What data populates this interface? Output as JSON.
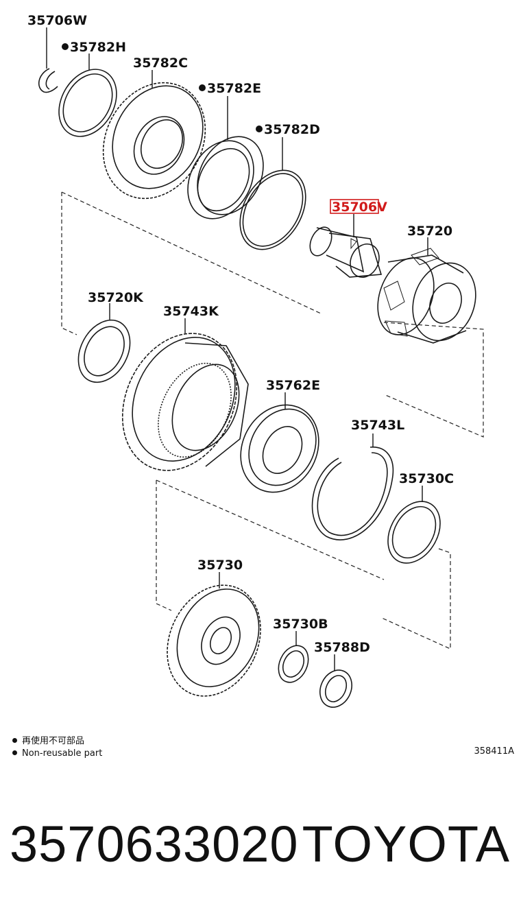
{
  "labels": {
    "p35706W": "35706W",
    "p35782H": "35782H",
    "p35782C": "35782C",
    "p35782E": "35782E",
    "p35782D": "35782D",
    "p35706V": "35706V",
    "p35720": "35720",
    "p35720K": "35720K",
    "p35743K": "35743K",
    "p35762E": "35762E",
    "p35743L": "35743L",
    "p35730C": "35730C",
    "p35730": "35730",
    "p35730B": "35730B",
    "p35788D": "35788D"
  },
  "non_reusable_mark": "●",
  "highlight_color": "#d11a1a",
  "legend": {
    "line_jp": "再使用不可部品",
    "line_en": "Non-reusable part"
  },
  "diagram_id": "358411A",
  "footer": {
    "part_number": "3570633020",
    "brand": "TOYOTA"
  }
}
